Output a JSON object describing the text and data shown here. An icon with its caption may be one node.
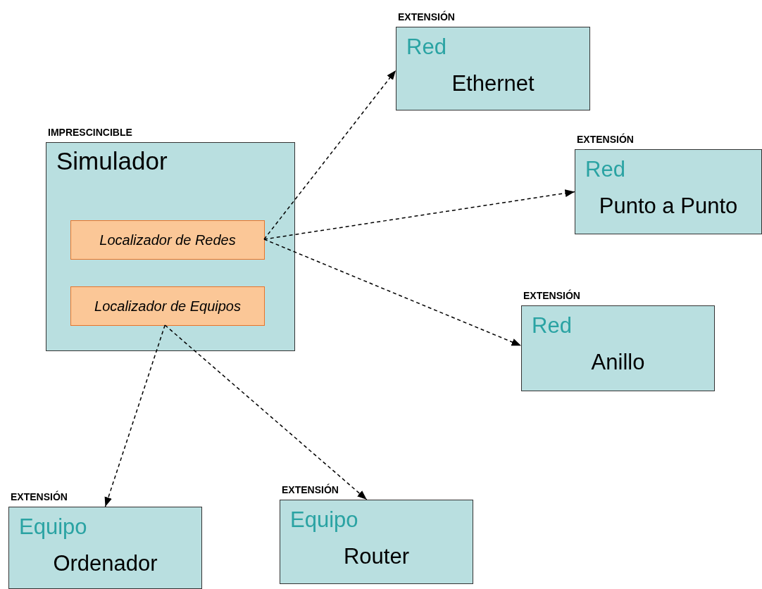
{
  "diagram": {
    "nodes": [
      {
        "text": [
          "Simulador"
        ],
        "beside": [
          "IMPRESCINCIBLE"
        ]
      },
      {
        "text": [
          "Localizador de Redes"
        ],
        "in": 0
      },
      {
        "text": [
          "Localizador de Equipos"
        ],
        "in": 0
      },
      {
        "text": [
          "Red",
          "Ethernet"
        ],
        "beside": [
          "EXTENSIÓN"
        ]
      },
      {
        "text": [
          "Red",
          "Punto a Punto"
        ],
        "beside": [
          "EXTENSIÓN"
        ]
      },
      {
        "text": [
          "Red",
          "Anillo"
        ],
        "beside": [
          "EXTENSIÓN"
        ]
      },
      {
        "text": [
          "Equipo",
          "Ordenador"
        ],
        "beside": [
          "EXTENSIÓN"
        ]
      },
      {
        "text": [
          "Equipo",
          "Router"
        ],
        "beside": [
          "EXTENSIÓN"
        ]
      }
    ],
    "edges": [
      {
        "from": 1,
        "to": 3,
        "arrow": "to",
        "style": "dashed"
      },
      {
        "from": 1,
        "to": 4,
        "arrow": "to",
        "style": "dashed"
      },
      {
        "from": 1,
        "to": 5,
        "arrow": "to",
        "style": "dashed"
      },
      {
        "from": 2,
        "to": 6,
        "arrow": "to",
        "style": "dashed"
      },
      {
        "from": 2,
        "to": 7,
        "arrow": "to",
        "style": "dashed"
      }
    ]
  }
}
